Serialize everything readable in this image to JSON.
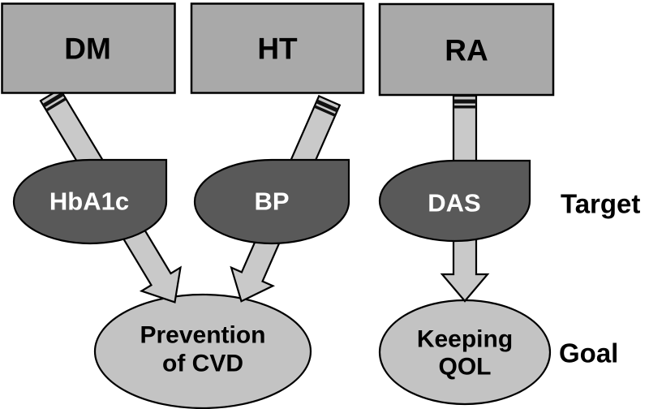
{
  "diagram": {
    "colors": {
      "background": "#ffffff",
      "box_fill": "#a9a9a9",
      "target_fill": "#595959",
      "arrow_fill": "#c9c9c9",
      "goal_fill": "#c3c3c3",
      "outline": "#000000",
      "stripe": "#111111",
      "target_text_color": "#ffffff",
      "text_color": "#000000"
    },
    "sources": [
      {
        "id": "dm",
        "label": "DM"
      },
      {
        "id": "ht",
        "label": "HT"
      },
      {
        "id": "ra",
        "label": "RA"
      }
    ],
    "targets": [
      {
        "id": "hba1c",
        "label": "HbA1c"
      },
      {
        "id": "bp",
        "label": "BP"
      },
      {
        "id": "das",
        "label": "DAS"
      }
    ],
    "goals": [
      {
        "id": "cvd",
        "line1": "Prevention",
        "line2": "of CVD"
      },
      {
        "id": "qol",
        "line1": "Keeping",
        "line2": "QOL"
      }
    ],
    "annotations": {
      "target_label": "Target",
      "goal_label": "Goal"
    }
  }
}
